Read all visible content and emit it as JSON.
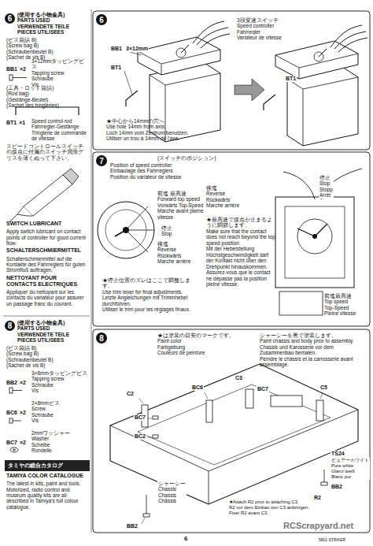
{
  "diagram": {
    "nodes": [
      {
        "text": [
          "6"
        ]
      },
      {
        "text": [
          "8"
        ]
      },
      {
        "text": [
          "タミヤの総合カタログ"
        ]
      },
      {
        "text": [
          "6"
        ]
      },
      {
        "text": [
          "7"
        ]
      },
      {
        "text": [
          "8"
        ]
      }
    ],
    "labels": [
      "(使用する小物金具)",
      "PARTS USED",
      "VERWENDETE TEILE",
      "PIECES UTILISEES",
      "(ビス袋詰 B)",
      "(Screw bag B)",
      "(Schraubenbeutel B)",
      "(Sachet de vis B)",
      "3×12mmタッピングビス",
      "Tapping screw",
      "Schraube",
      "Vis",
      "BB1",
      "×2",
      "(工具・ロッド袋詰)",
      "(Rod bag)",
      "(Gestänge-Beutel)",
      "(Sachet des tringleries)",
      "BT1",
      "×1",
      "Speed control rod",
      "Fahrregler-Gestänge",
      "Tringlerie de commande de vitesse",
      "スピードコントロールスイッチの接点に付属のスイッチ潤滑グリスを薄くぬって下さい。",
      "SWITCH LUBRICANT",
      "Apply switch lubricant on contact points of controller for good current flow.",
      "SCHALTERSCHMIERMITTEL",
      "Schalterschmiermittel auf die Kontakte des Fahrreglers für guten Stromfluß auftragen.",
      "NETTOYANT POUR CONTACTS ELECTRIQUES",
      "Appliquer du nettoyant sur les contacts du variateur pour assurer un passage franc du courant.",
      "(使用する小物金具)",
      "PARTS USED",
      "VERWENDETE TEILE",
      "PIECES UTILISEES",
      "(ビス袋詰 B)",
      "(Screw bag B)",
      "(Schraubenbeutel B)",
      "(Sachet de vis B)",
      "3×8mmタッピングビス",
      "Tapping screw",
      "Schraube",
      "Vis",
      "BB2",
      "×2",
      "2×8mmビス",
      "Screw",
      "Schraube",
      "Vis",
      "BC6",
      "×2",
      "2mmワッシャー",
      "Washer",
      "Scheibe",
      "Rondelle",
      "BC7",
      "×2",
      "TAMIYA COLOR CATALOGUE",
      "The latest in kits, paint and tools. Motorized, radio control and museum quality kits are all described in Tamiya's full colour catalogue.",
      "3段変速スイッチ",
      "Speed controller",
      "Fahrregler",
      "Variateur de vitesse",
      "BB1",
      "3×12mm",
      "BT1",
      "★中心から14mmの穴へ",
      "Use hole 14mm from axis.",
      "Loch 14mm vom Zentrum benutzen.",
      "Utiliser un trou à 14mm de l'axe.",
      "BT1",
      "(スイッチのポジション)",
      "Position of speed controller",
      "Einbaulage des Fahrreglers",
      "Position du variateur de vitesse",
      "前進 最高速",
      "Forward top speed",
      "Vorwärts Top-Speed",
      "Marche avant pleine vitesse",
      "停止",
      "Stop",
      "後進",
      "Reverse",
      "Rückwärts",
      "Marche arrière",
      "★停止位置のズレはここで調整します。",
      "Use trim lever for final adjustments.",
      "Letzte Angleichungen mit Trimmhebel durchführen.",
      "Utiliser le trim pour les réglages finaux.",
      "後進",
      "Reverse",
      "Rückwärts",
      "Marche arrière",
      "停止",
      "Stop",
      "Stopp",
      "Arrêt",
      "★最高速で接点が止まるように調節します。",
      "Make sure that the contact does not reach beyond the top speed position.",
      "Mit der Hebelstellung Höchstgeschwindigkeit darf der Kontakt nicht über den Drehpunkt hinauskommen.",
      "Assurez-vous que le contact ne dépasse pas la position pleine vitesse.",
      "前進最高速",
      "Top speed",
      "Top-Speed",
      "Pleine vitesse",
      "★は塗装の目安のマークです。",
      "Paint color",
      "Farbgebung",
      "Couleurs de peinture",
      "シャーシーを黒で塗装します。",
      "Paint chassis and body prior to assembly.",
      "Chassis und Karosserie vor dem Zusammenbau bemalen.",
      "Peindre le châssis et la carrosserie avant assemblage.",
      "C2",
      "BC6",
      "C3",
      "BC7",
      "C5",
      "BC7",
      "BC2",
      "TS24",
      "ピュアーホワイト",
      "Pure white",
      "Glanz weiß",
      "Blanc pur",
      "BB2",
      "R2",
      "★Attach R2 prior to attaching C3.",
      "R2 vor dem Einbau von C3 anbringen.",
      "Fixer R2 avant C3.",
      "シャーシー",
      "Chassis",
      "Chassis",
      "Châssis",
      "BB2",
      "6",
      "5801 STRIKER",
      "RCScrapyard.net"
    ]
  }
}
